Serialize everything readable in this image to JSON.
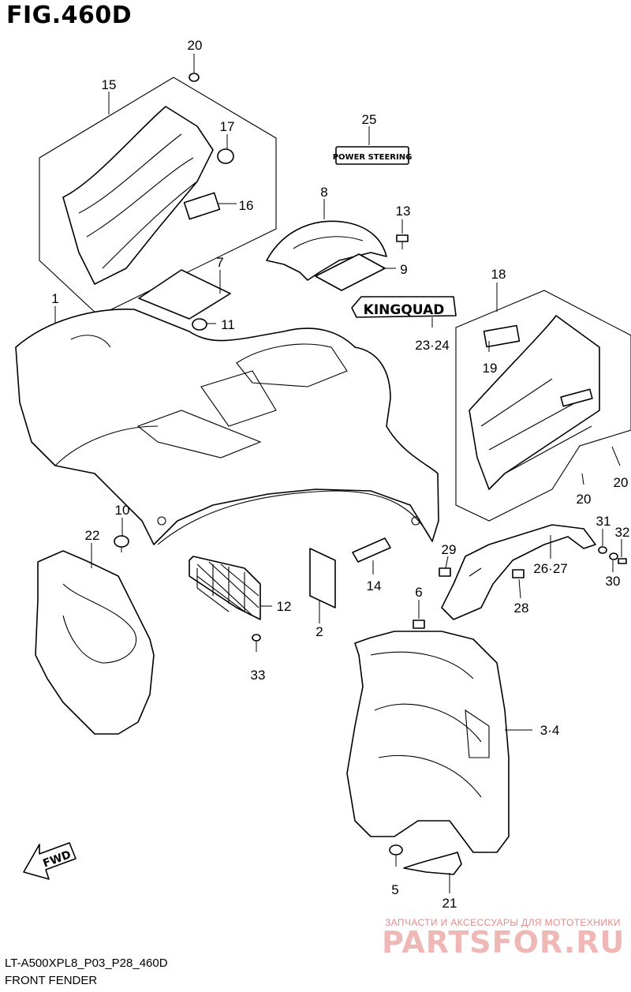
{
  "figure": {
    "title": "FIG.460D",
    "code": "LT-A500XPL8_P03_P28_460D",
    "subtitle": "FRONT FENDER"
  },
  "badges": {
    "power_steering": "POWER STEERING",
    "kingquad": "KINGQUAD"
  },
  "fwd_label": "FWD",
  "watermark": {
    "tagline": "ЗАПЧАСТИ И АКСЕССУАРЫ ДЛЯ МОТОТЕХНИКИ",
    "brand": "PARTSFOR.RU"
  },
  "callouts": [
    "20",
    "15",
    "17",
    "16",
    "25",
    "8",
    "13",
    "9",
    "7",
    "1",
    "11",
    "18",
    "23·24",
    "19",
    "20",
    "20",
    "10",
    "22",
    "12",
    "2",
    "14",
    "29",
    "31",
    "32",
    "26·27",
    "30",
    "28",
    "6",
    "33",
    "3·4",
    "5",
    "21"
  ],
  "colors": {
    "line": "#000000",
    "background": "#ffffff",
    "watermark": "#e58a8a"
  }
}
